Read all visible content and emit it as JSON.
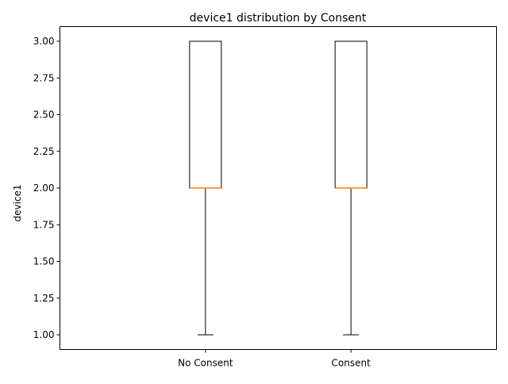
{
  "chart_data": {
    "type": "box",
    "title": "device1 distribution by Consent",
    "xlabel": "",
    "ylabel": "device1",
    "categories": [
      "No Consent",
      "Consent"
    ],
    "boxes": [
      {
        "category": "No Consent",
        "whisker_low": 1.0,
        "q1": 2.0,
        "median": 2.0,
        "q3": 3.0,
        "whisker_high": 3.0
      },
      {
        "category": "Consent",
        "whisker_low": 1.0,
        "q1": 2.0,
        "median": 2.0,
        "q3": 3.0,
        "whisker_high": 3.0
      }
    ],
    "ylim": [
      0.9,
      3.1
    ],
    "yticks": [
      1.0,
      1.25,
      1.5,
      1.75,
      2.0,
      2.25,
      2.5,
      2.75,
      3.0
    ],
    "ytick_labels": [
      "1.00",
      "1.25",
      "1.50",
      "1.75",
      "2.00",
      "2.25",
      "2.50",
      "2.75",
      "3.00"
    ],
    "grid": false,
    "colors": {
      "box": "#000000",
      "median": "#ff7f0e",
      "whisker": "#000000"
    }
  }
}
